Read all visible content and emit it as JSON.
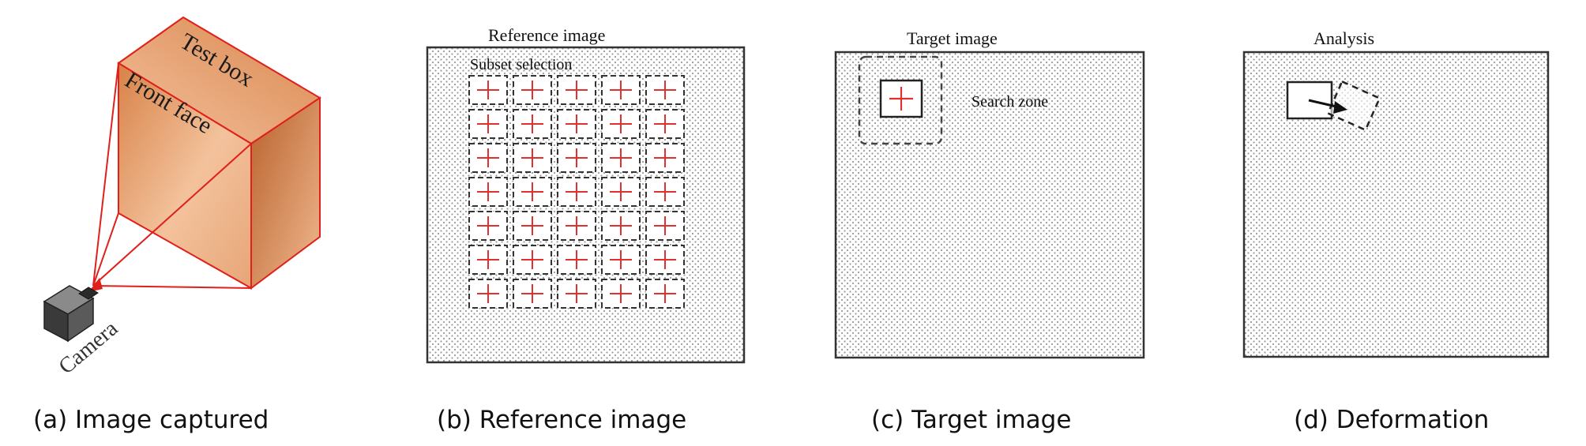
{
  "panels": {
    "a": {
      "caption": "(a) Image captured",
      "label_test_box": "Test box",
      "label_front_face": "Front face",
      "label_camera": "Camera"
    },
    "b": {
      "caption": "(b) Reference image",
      "title": "Reference image",
      "subset_label": "Subset selection",
      "grid_rows": 7,
      "grid_cols": 5
    },
    "c": {
      "caption": "(c) Target image",
      "title": "Target image",
      "search_label": "Search zone"
    },
    "d": {
      "caption": "(d) Deformation",
      "title": "Analysis"
    }
  },
  "colors": {
    "box_face_light": "#f6c9a8",
    "box_face_mid": "#e9a070",
    "box_face_dark": "#c8703a",
    "edge_red": "#e0201a",
    "cross_red": "#e03030",
    "frame": "#333333",
    "dot": "#9a9a9a"
  }
}
